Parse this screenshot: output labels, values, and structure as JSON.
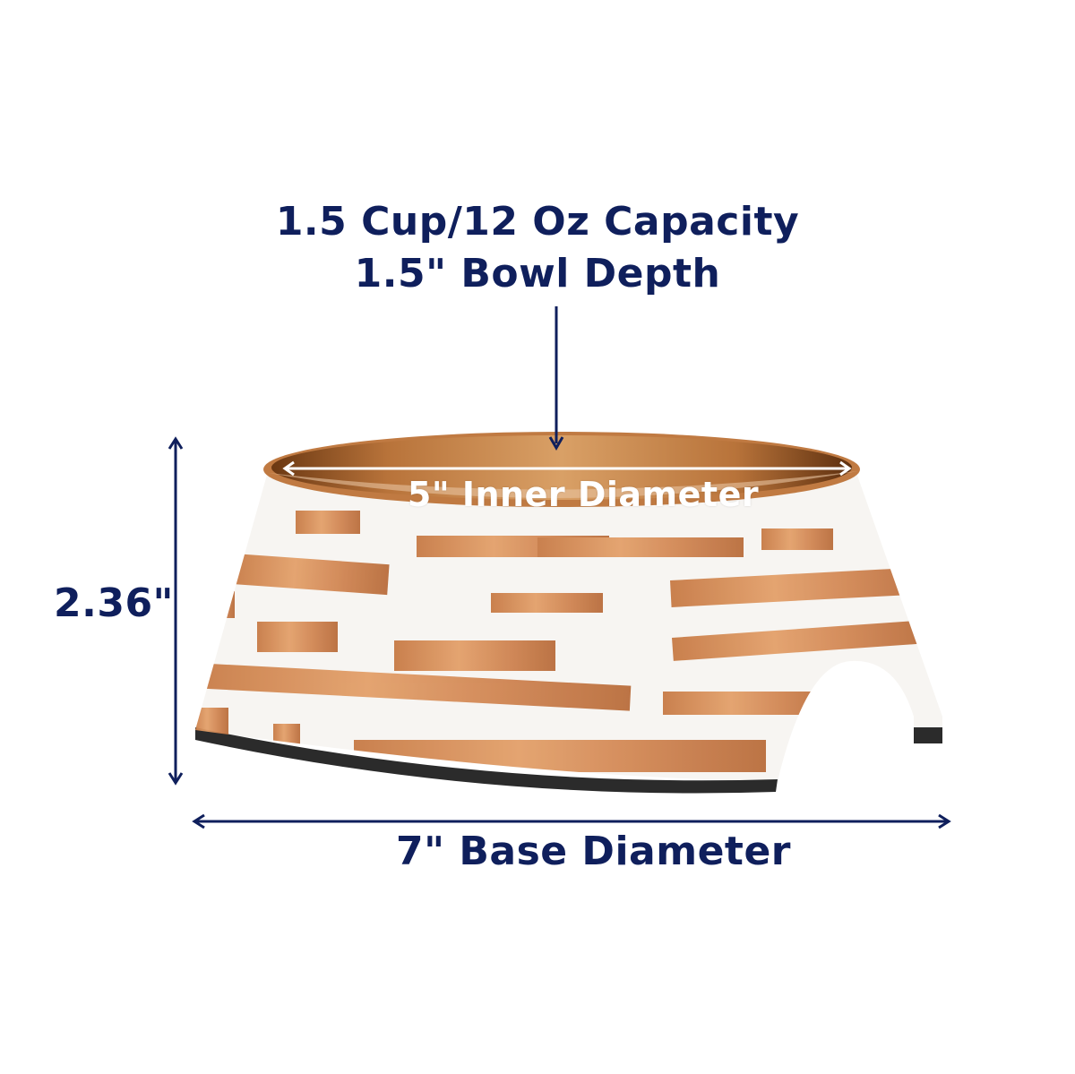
{
  "infographic": {
    "capacity_line1": "1.5 Cup/12 Oz Capacity",
    "capacity_line2": "1.5\" Bowl Depth",
    "inner_diameter": "5\" Inner Diameter",
    "height": "2.36\"",
    "base_diameter": "7\" Base Diameter"
  },
  "colors": {
    "text_navy": "#0f1f5c",
    "copper": "#c9844f",
    "copper_dark": "#8a4a1e",
    "bowl_white": "#f7f5f2",
    "base_rim": "#2b2b2b"
  }
}
